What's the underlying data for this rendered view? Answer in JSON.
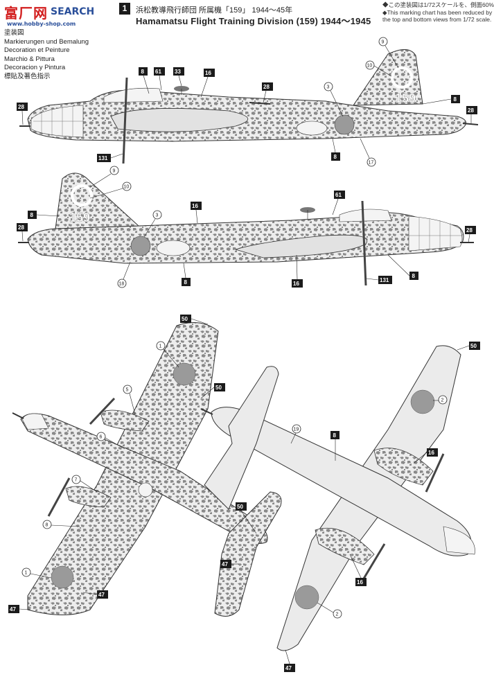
{
  "header": {
    "logo_cn": "富厂网",
    "logo_en": "SEARCH",
    "logo_url": "www.hobby-shop.com",
    "languages": [
      "塗装図",
      "Markierungen und Bemalung",
      "Decoration et Peinture",
      "Marchio & Pittura",
      "Decoracion y Pintura",
      "標貼及著色指示"
    ],
    "scheme_number": "1",
    "title_jp": "浜松教導飛行師団 所属機「159」 1944〜45年",
    "title_en": "Hamamatsu Flight Training Division (159) 1944〜1945",
    "notes": [
      "◆この塗装図は1/72スケールを、側面60%、",
      "◆This marking chart has been reduced by",
      "the top and bottom views from 1/72 scale."
    ]
  },
  "colors": {
    "camo_green": "#8a8a8a",
    "base_gray": "#e9e9e9",
    "hinomaru": "#9a9a9a",
    "line": "#333333"
  },
  "callouts": {
    "c8": "8",
    "c61": "61",
    "c33": "33",
    "c16": "16",
    "c28": "28",
    "c9": "9",
    "c10": "10",
    "c3": "3",
    "c17": "17",
    "c131": "131",
    "c18": "18",
    "c50": "50",
    "c1": "1",
    "c5": "5",
    "c6": "6",
    "c7": "7",
    "c47": "47",
    "c2": "2",
    "c19": "19",
    "tail_code": "159"
  }
}
